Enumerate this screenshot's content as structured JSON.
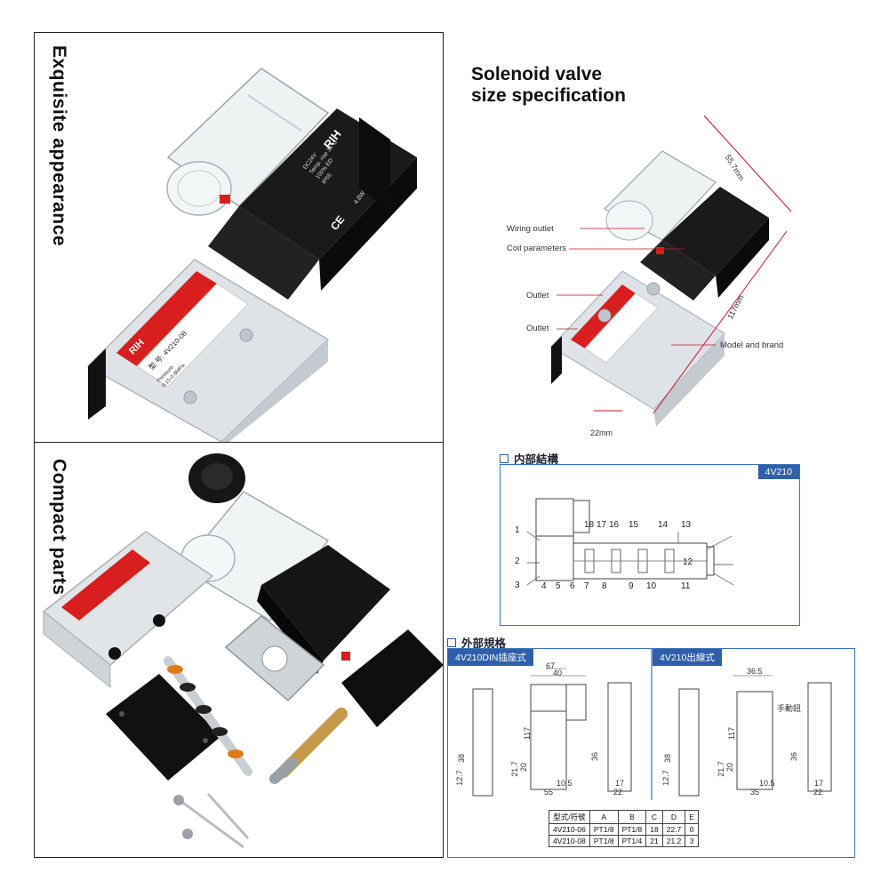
{
  "left_panels": {
    "top_label": "Exquisite appearance",
    "bottom_label": "Compact parts"
  },
  "product": {
    "brand": "RIH",
    "model_prefix": "型 号:",
    "model": "4V210-08",
    "pressure_label": "Pressure:",
    "pressure_value": "0.15-0.8MPa",
    "coil_brand": "RIH",
    "coil_lines": [
      "DC24V",
      "Temp. rise 35°C",
      "100% ED",
      "IP65"
    ],
    "coil_power": "4.8W",
    "cert": "CE"
  },
  "spec": {
    "title_line1": "Solenoid valve",
    "title_line2": "size specification",
    "callouts": {
      "wiring": "Wiring outlet",
      "coil": "Coil parameters",
      "outlet1": "Outlet",
      "outlet2": "Outlet",
      "model_brand": "Model and brand"
    },
    "dims": {
      "height": "55.7mm",
      "length": "117mm",
      "width": "22mm"
    }
  },
  "internal": {
    "heading": "内部結構",
    "model_tag": "4V210",
    "numbers_top": [
      "18",
      "17",
      "16",
      "15",
      "14",
      "13"
    ],
    "numbers_bottom": [
      "4",
      "5",
      "6",
      "7",
      "8",
      "9",
      "10",
      "11"
    ],
    "numbers_left": [
      "1",
      "2",
      "3"
    ],
    "number_right": "12"
  },
  "external": {
    "heading": "外部規格",
    "tag_left": "4V210DIN插座式",
    "tag_right": "4V210出線式",
    "dims_left": [
      "67",
      "40",
      "117",
      "38",
      "12.7",
      "21.7",
      "20",
      "10.5",
      "55",
      "17",
      "22",
      "36"
    ],
    "dims_right": [
      "36.5",
      "117",
      "38",
      "12.7",
      "21.7",
      "20",
      "10.5",
      "35",
      "17",
      "22",
      "36"
    ],
    "hand_label": "手動鈕",
    "table": {
      "headers": [
        "型式/符號",
        "A",
        "B",
        "C",
        "D",
        "E"
      ],
      "rows": [
        [
          "4V210-06",
          "PT1/8",
          "PT1/8",
          "18",
          "22.7",
          "0"
        ],
        [
          "4V210-08",
          "PT1/8",
          "PT1/4",
          "21",
          "21.2",
          "3"
        ]
      ]
    }
  },
  "colors": {
    "accent_blue": "#2f5fa8",
    "brand_red": "#d81e1e",
    "body_black": "#141414",
    "aluminum": "#d9dde2"
  }
}
